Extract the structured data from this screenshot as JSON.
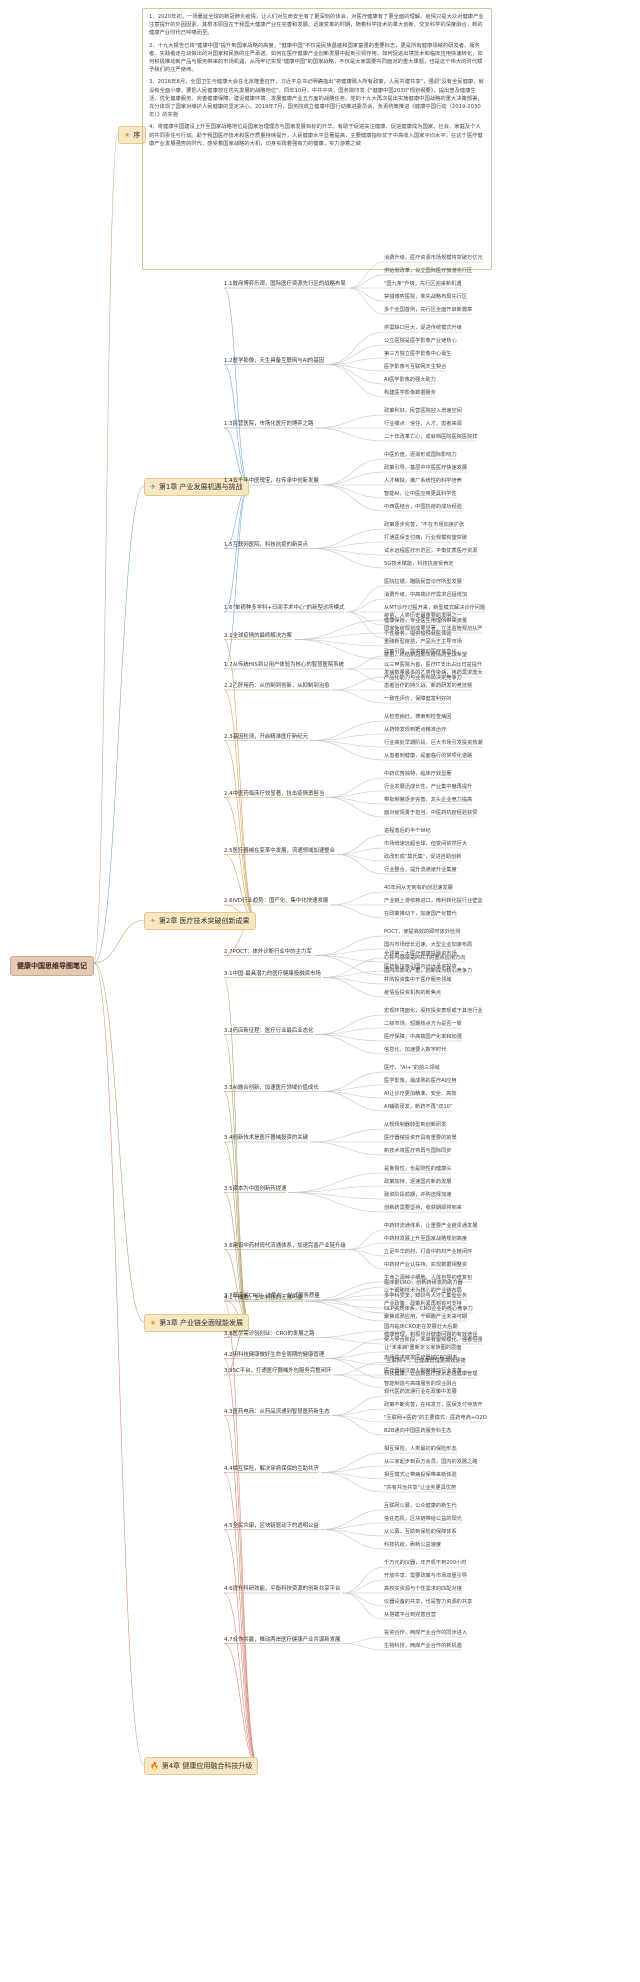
{
  "root": "健康中国思维导图笔记",
  "preface": {
    "label": "序",
    "icon": "star-icon",
    "paragraphs": [
      "1、2020年初，一场蔓延全球的新冠肺炎疫情，让人们对生命安全有了更深刻的体会，对医疗健康有了更全面的理解。疫情只是大众对健康产业注意提升的外因因素，其根本原因在于我国大健康产业在完善和发展。迅速变革的时期，随着科学技术的革大创新、交叉科学的深度融合，新的健康产业时代已呼啸而至。",
      "2、十九大报告已将\"健康中国\"提升到国家战略的高度，\"健康中国\"不仅是民族昌盛和国家富强的重要标志，更是所有健康领域的研发者、服务者、实践者走在幼做出的对国家和民族的庄严承诺。如何在医疗健康产业创新发展中起到引领作用，如何促进出境技术和临床应用快速转化，如何积极推动新产品与服务带来的市场机遇，从而牢记实现\"健康中国\"的国家战略，不仅是大家需要共同面对的重大课题，也是这个伟大的时代赋予我们的庄严使命。",
      "3、2016年8月，全国卫生与健康大会在北京隆重召开，习近平总书记明确指出\"将健康融入所有政策，人民共建共享\"，强调\"没有全民健康，就没有全面小康，要把人民健康放在优先发展的战略地位\"。同年10月，中共中央、国务院印发《\"健康中国2030\"规划纲要》，提出普及健康生活、优化健康服务、完善健康保障、建设健康环境、发展健康产业五方面的战略任务。党的十九大再次提出实施健康中国战略的重大决策部署，充分体现了国家对维护人民健康的坚定决心。2019年7月，国务院成立健康中国行动推进委员会，负责统筹推进《健康中国行动（2019-2030年）》的实施",
      "4、将健康中国建设上升至国家战略地位是国家治理理念与国家发展目标的升华。有助于促进关注健康、促进健康成为国家、社会、家庭及个人的共同责任与行动。助于我国医疗技术和医疗质量持续提升，人民健康水平显著提高，主要健康指标优于中高收入国家平均水平，在这个医疗健康产业发展强势的时代，感受着国家战略的大机，切身实践着强有力的健康，实力游着之做"
    ]
  },
  "chapters": [
    {
      "label": "第1章 产业发展机遇与挑战",
      "icon": "compass-icon",
      "sections": [
        {
          "label": "1.1敢商博弈乐观，国际医疗资源先行区的战略布局",
          "items": [
            "消费升级，医疗资源市场规模将突破万亿元",
            "供给侧改革，设立国际医疗旅游先行区",
            "\"国九条\"升级，先行区迎来新机遇",
            "禁猎博弈医院，率先战略布局先行区",
            "多个全国首例，先行区全面开启新篇章"
          ]
        },
        {
          "label": "1.2医学影像，天生具备互联网与AI的基因",
          "items": [
            "供需缺口巨大，促进传统模式升级",
            "公立医院是医学影像产业链核心",
            "第三方独立医学影像中心诞生",
            "医学影像与互联网天生契合",
            "AI医学影像的强大助力",
            "构建医学影像数据服务"
          ]
        },
        {
          "label": "1.3民营医院，市场化医疗的博弈之路",
          "items": [
            "政策利好，民营医院迎入增速空间",
            "行业痛点：信任、人才、患者来源",
            "二十年改革亡心，成就档医院医院医院样"
          ]
        },
        {
          "label": "1.4五千年中医瑰宝，在传承中创新发展",
          "items": [
            "中医价值，逐渐形成国际影响力",
            "政策引导，基层中中医医疗快速发展",
            "人才稀缺，推广系统性的科学培养",
            "智能AI，让中医应用更具科学性",
            "中西医结合，中国抗疫的成功经验"
          ]
        },
        {
          "label": "1.5互联网医院，科技抗疫的新亮点",
          "items": [
            "政策逐步完善，\"不在市场加速扩张",
            "打通医保支付痛，行业规模有望突破",
            "试水远程医疗示范区，平衡优质医疗资源",
            "5G技术赋能，科技抗疫受肯定"
          ]
        },
        {
          "label": "1.6\"单病种多学科+日间手术中心\"的新型诊所模式",
          "items": [
            "医院拉锯，瞄励民营诊疗所型发展",
            "消费升级，中高端诊疗需求迅猛增加",
            "从MT诊疗过程开来，新型模式解决诊疗问题",
            "健康保险，专业医生用理所带来流量",
            "个性服务，提供愉悦就医体验"
          ]
        },
        {
          "label": "1.7从传统HIS到以用户体验为核心的智慧医院系统",
          "items": [
            "政策引导，需求推动医疗信息化",
            "以三甲医院为首，医疗IT支出占比日益提升",
            "产品化能力与业务布局决定竞争力"
          ]
        }
      ]
    },
    {
      "label": "第2章 医疗技术突破创新成果",
      "icon": "lightbulb-icon",
      "sections": [
        {
          "label": "2.1全球疫情的最终解决方案",
          "items": [
            "疫苗，人类历史最重要的发明之一",
            "国家免疫规划成果显著，立法监管规范从严",
            "重磅新型疫苗，产品为王主导市场",
            "疫苗，终结新冠肺炎疫情的全球希望"
          ]
        },
        {
          "label": "2.2乙肝用药：从仿制到创新，从抑制到治愈",
          "items": [
            "发病数量最多的乙类传染病，用药需求庞大",
            "患者治疗的持久战，新药研发的竞技赛",
            "一致性评价，保障健富利好的"
          ]
        },
        {
          "label": "2.3基因检测，开启精准医疗新纪元",
          "items": [
            "从检查病灶，搜索到检查病因",
            "从药物发现到靶点精准治疗",
            "行业高处早期阶段，巨大市场引发投资热潮",
            "从患者到健康，是面临行的常项化道路"
          ]
        },
        {
          "label": "2.4中医药临床疗效显著，抗击疫情勇担当",
          "items": [
            "中药优势独特，临床疗效显著",
            "行业发展迅成长性，产业集中度再提升",
            "带批制度逐步完善，龙头企业竞力提高",
            "面对疫情勇于担当，中医药抗疫经验获赞"
          ]
        },
        {
          "label": "2.5医疗器械在变革中发展，流通领域加速整合",
          "items": [
            "进程落后的半个世纪",
            "市场增速远超全球，但变间依然巨大",
            "政改形成\"莫氏集\"，促进自助创新",
            "行业整合，提升流通速升业集度"
          ]
        },
        {
          "label": "2.6IVD行业趋势：国产化、集中化快速发展",
          "items": [
            "40年间从无到有的创迅速发展",
            "产业链上游依赖进口，微利转化提行业壁垒",
            "在政策推动下，加速国产化替代"
          ]
        },
        {
          "label": "2.7POCT：体外诊断行业中的主力军",
          "items": [
            "POCT，使提高效的即时体外检测",
            "国内市场增长迅速，大型企业加速布局",
            "心标与感染是POCT的重点应用方向",
            "国内同质化严重，创新成为核心竞争力"
          ]
        }
      ]
    },
    {
      "label": "第3章 产业链全面赋能发展",
      "icon": "star-icon",
      "sections": [
        {
          "label": "3.1中国-最具潜力的医疗健康投融资市场",
          "items": [
            "全球第二大医疗健康投融资市场",
            "医药板块吸引国内远远承资投资",
            "并购投资集中于医疗服务领域",
            "疫情后投资机构的新焦点"
          ]
        },
        {
          "label": "3.2药店新征程：医疗行业最后业态化",
          "items": [
            "宏观环境面化，股权投资表现或于其他行业",
            "二级市场，短期热点方为是否一致",
            "医疗保障，中高端国产化率和加强",
            "信息化，加速要入数字时代"
          ]
        },
        {
          "label": "3.3AI融合创新，加速医疗领域价值成长",
          "items": [
            "医疗，\"AI+\"的前三领域",
            "医学影像，最成熟的医疗AI应用",
            "AI让诊疗更加精准、安全、高效",
            "AI辅助研发，新药不再\"双10\""
          ]
        },
        {
          "label": "3.4创新技术是医疗器械投资的关键",
          "items": [
            "从规规制器转型到创新研发",
            "医疗器械投资开具有重要的前景",
            "新技术将医疗将再与国际同步"
          ]
        },
        {
          "label": "3.5资本为中国创新药提速",
          "items": [
            "是鲁督性，也是刚性的健康头",
            "政策加持，逐速国内新药发展",
            "融资阶段前期，并购选择加速",
            "创新药需要坚持，收获期即将到来"
          ]
        },
        {
          "label": "3.6建设中药材现代流通体系，加速完善产业链升级",
          "items": [
            "中药材流通体系，让重要产业链责通发展",
            "中药材发展上升至国家战略规划高度",
            "立足中华药材，打造中药材产业链闭环",
            "中药材产业认扶持，实现数据相整资"
          ]
        },
        {
          "label": "3.7临床前CRO：决胜在一站式服务质量",
          "items": [
            "临床前CRO，创新药研发的助力器",
            "多学科交叉，知识与人才汇集型业务",
            "GLP资质体系，CRO企业的核心竞争力"
          ]
        },
        {
          "label": "3.8医尽需诊验创业：CRO的发展之路",
          "items": [
            "国内临床CRO走在发展壮大后期",
            "受人受合阶段，未来有望规模化、强者恒强"
          ]
        },
        {
          "label": "3.9SC平台，打通医疗器械外包服务完整闭环",
          "items": [
            "市场需求催发医疗器械CRO服务",
            "医疗器械注册人制度推动行业变革",
            "智能制造与高端服务的现业融合"
          ]
        }
      ]
    },
    {
      "label": "第4章 健康应用融合科技升级",
      "icon": "flame-icon",
      "sections": [
        {
          "label": "4.1干细胞，生命科技的无限可能",
          "items": [
            "生命之源种子细胞，人体自导的修复包",
            "以干细胞技术为核心的产业链布局",
            "产业政策：政策利紧再到有可支持",
            "聚焦成熟应用，干细胞产业未来可期"
          ]
        },
        {
          "label": "4.2用科技健康做好生命全周期的健康管理",
          "items": [
            "健康管理，积极应对健康问题的有效途径",
            "让\"未来病\"重新定义家族图的层面",
            "\"互联网+\"，让健康管理更高效便捷",
            "科技健康，让创新医疗技术走进健康管理"
          ]
        },
        {
          "label": "4.3医药电商：从药品流通到智慧医药新生态",
          "items": [
            "现代医药流通行业在政策中发展",
            "政策不断完善，在线发方，医保支付待放开",
            "\"互联网+医药\"的主要模式：医药电商+O2O",
            "B2B通向中国医药服务科生态"
          ]
        },
        {
          "label": "4.4相互保险，解决穿病保保的互助共济",
          "items": [
            "相互保险，人类最初的保险形态",
            "从三家起步到百万会员，国内的发展之路",
            "相互模式让带病投保带来新体验",
            "\"共有共治共享\"让业务更具优势"
          ]
        },
        {
          "label": "4.5全民众康，区块链驱动下的透明公益",
          "items": [
            "互联网公募，公众健康的新生代",
            "信任危机，区块链带给公益的阳光",
            "从公募、互助到保险的保障体系",
            "科技抗疫，刷新公益速度"
          ]
        },
        {
          "label": "4.6提升科研效能，平衡科技资源的创新共享平台",
          "items": [
            "千万元的仪器，年开机不到200小时",
            "开放共享，需要政策与市场双重引导",
            "高校实资源与个性需求的匹配对接",
            "仪器设备的共享，也是智力资源的共享",
            "从搭建平台到完善自营"
          ]
        },
        {
          "label": "4.7合作共赢，推动两岸医疗健康产业共谋新发展",
          "items": [
            "投资合作，两岸产业合作的同步进入",
            "生物科技，两岸产业合作的新机遇"
          ]
        }
      ]
    }
  ]
}
